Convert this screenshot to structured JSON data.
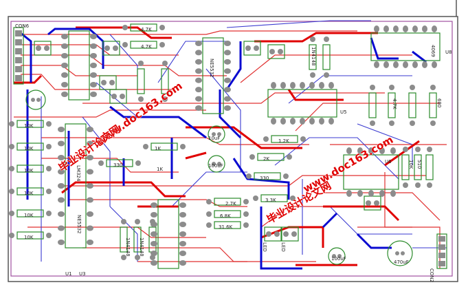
{
  "title": "PCB layout",
  "watermarks": [
    {
      "url": "www.doc163.com",
      "cn": "毕业设计论文网"
    },
    {
      "url": "www.doc163.com",
      "cn": "毕业设计论文网"
    }
  ],
  "components": {
    "connectors": [
      "CON6",
      "CON2"
    ],
    "ics": [
      "U1",
      "U3",
      "U5",
      "U6",
      "U8",
      "NE5532",
      "4069",
      "LM324",
      "NE5532"
    ],
    "resistors": [
      "4.7K",
      "4.7K",
      "10K",
      "10K",
      "10K",
      "10K",
      "10K",
      "10K",
      "330",
      "1K",
      "2.7K",
      "6.8K",
      "31.6K",
      "2K",
      "330",
      "1.2K",
      "10K",
      "680",
      "510",
      "4.7K",
      "3.3K",
      "1K"
    ],
    "capacitors": [
      "10uF",
      "100uF",
      "100uF",
      "470uF"
    ],
    "diodes": [
      "1N4148",
      "1N4148",
      "1N4148",
      "LED",
      "LED"
    ]
  },
  "colors": {
    "top_trace": "#e00000",
    "bottom_trace": "#0a0ad0",
    "silkscreen": "#2a8a2a",
    "pad": "#8c8c8c",
    "outline": "#a050a0"
  }
}
